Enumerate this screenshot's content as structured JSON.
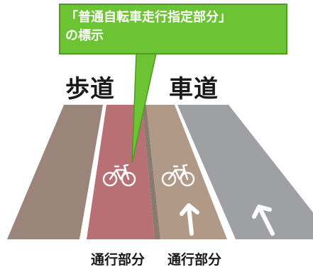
{
  "callout": {
    "line1": "「普通自転車走行指定部分」",
    "line2": "の標示"
  },
  "headings": {
    "sidewalk": "歩道",
    "roadway": "車道"
  },
  "captions": {
    "sidewalk_bike_lane": "通行部分",
    "roadway_bike_lane": "通行部分"
  },
  "colors": {
    "callout_fill": "#6cc334",
    "callout_border": "#4f9a22",
    "pedestrian_area": "#9b857a",
    "bicycle_lane": "#b97074",
    "roadway_bicycle_area": "#b09a87",
    "car_lane": "#9fa0a4",
    "marking": "#ffffff"
  },
  "icons": [
    "bicycle-icon",
    "arrow-up-icon"
  ]
}
